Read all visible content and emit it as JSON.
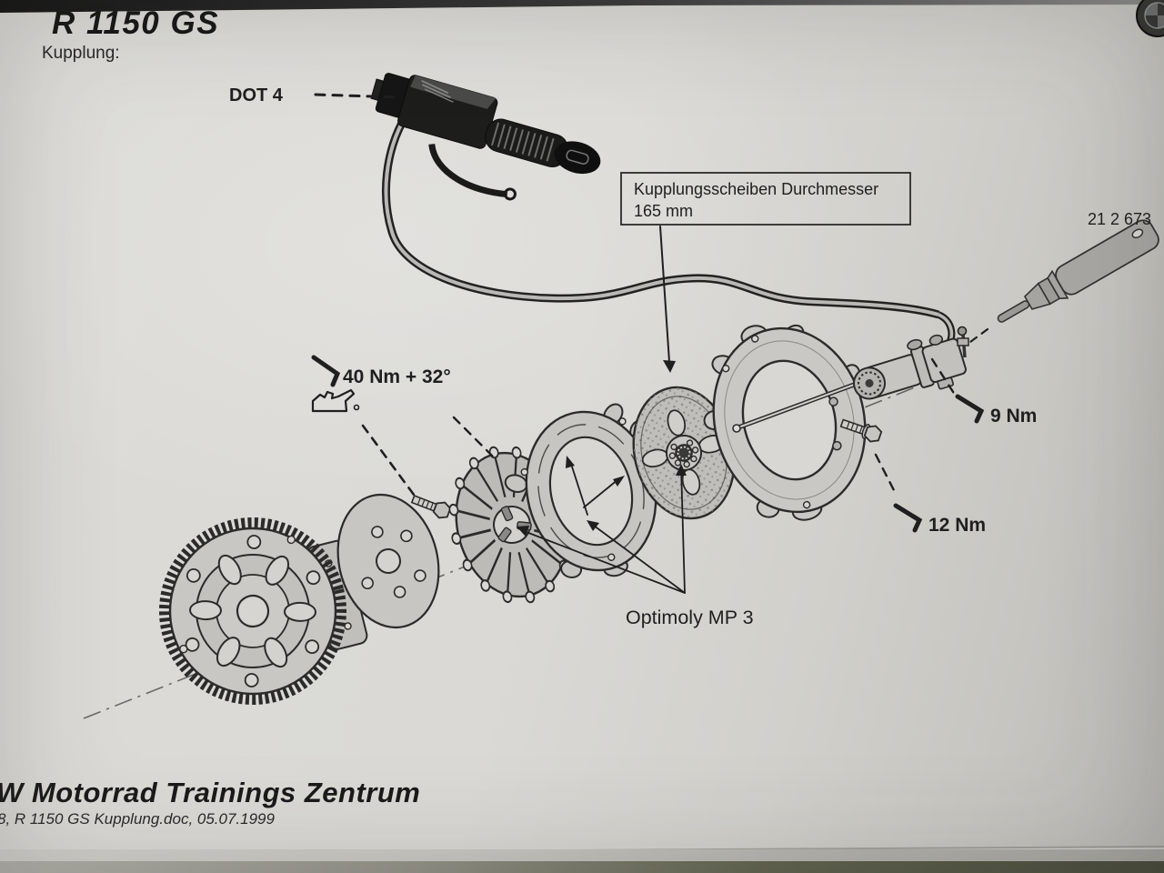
{
  "page": {
    "title": "R 1150 GS",
    "subtitle": "Kupplung:"
  },
  "diagram": {
    "callouts": {
      "fluid": "DOT 4",
      "disc_box": {
        "line1": "Kupplungsscheiben Durchmesser",
        "line2": "165 mm"
      },
      "tool_part_number": "21 2 673",
      "torque_flywheel": "40 Nm + 32°",
      "torque_slave": "9 Nm",
      "torque_bolt": "12 Nm",
      "grease": "Optimoly MP 3"
    },
    "icons": [
      "torque-wrench-icon",
      "oil-can-icon",
      "bmw-roundel-icon"
    ]
  },
  "footer": {
    "org": "W Motorrad Trainings Zentrum",
    "doc": "8, R 1150 GS Kupplung.doc, 05.07.1999"
  },
  "colors": {
    "paper": "#d8d7d3",
    "ink": "#1f1f1f",
    "metal_light": "#c9c8c4",
    "metal_dark": "#1d1d1c",
    "table_edge": "#474a3a"
  }
}
